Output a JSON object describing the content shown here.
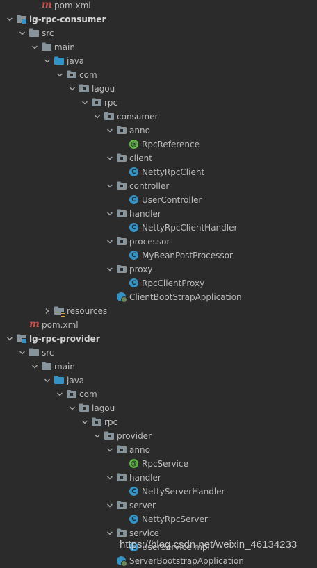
{
  "tree": [
    {
      "text": "pom.xml",
      "depth": 2,
      "icon": "maven-icon",
      "arrow": "none",
      "kind": "cut"
    },
    {
      "text": "lg-rpc-consumer",
      "depth": 0,
      "icon": "module-folder-icon",
      "arrow": "down",
      "kind": "module"
    },
    {
      "text": "src",
      "depth": 1,
      "icon": "folder-icon",
      "arrow": "down"
    },
    {
      "text": "main",
      "depth": 2,
      "icon": "folder-icon",
      "arrow": "down"
    },
    {
      "text": "java",
      "depth": 3,
      "icon": "source-folder-icon",
      "arrow": "down"
    },
    {
      "text": "com",
      "depth": 4,
      "icon": "package-icon",
      "arrow": "down"
    },
    {
      "text": "lagou",
      "depth": 5,
      "icon": "package-icon",
      "arrow": "down"
    },
    {
      "text": "rpc",
      "depth": 6,
      "icon": "package-icon",
      "arrow": "down"
    },
    {
      "text": "consumer",
      "depth": 7,
      "icon": "package-icon",
      "arrow": "down"
    },
    {
      "text": "anno",
      "depth": 8,
      "icon": "package-icon",
      "arrow": "down"
    },
    {
      "text": "RpcReference",
      "depth": 9,
      "icon": "annotation-icon",
      "arrow": "none"
    },
    {
      "text": "client",
      "depth": 8,
      "icon": "package-icon",
      "arrow": "down"
    },
    {
      "text": "NettyRpcClient",
      "depth": 9,
      "icon": "class-icon",
      "arrow": "none"
    },
    {
      "text": "controller",
      "depth": 8,
      "icon": "package-icon",
      "arrow": "down"
    },
    {
      "text": "UserController",
      "depth": 9,
      "icon": "class-icon",
      "arrow": "none"
    },
    {
      "text": "handler",
      "depth": 8,
      "icon": "package-icon",
      "arrow": "down"
    },
    {
      "text": "NettyRpcClientHandler",
      "depth": 9,
      "icon": "class-icon",
      "arrow": "none"
    },
    {
      "text": "processor",
      "depth": 8,
      "icon": "package-icon",
      "arrow": "down"
    },
    {
      "text": "MyBeanPostProcessor",
      "depth": 9,
      "icon": "class-icon",
      "arrow": "none"
    },
    {
      "text": "proxy",
      "depth": 8,
      "icon": "package-icon",
      "arrow": "down"
    },
    {
      "text": "RpcClientProxy",
      "depth": 9,
      "icon": "class-icon",
      "arrow": "none"
    },
    {
      "text": "ClientBootStrapApplication",
      "depth": 8,
      "icon": "spring-boot-class-icon",
      "arrow": "none"
    },
    {
      "text": "resources",
      "depth": 3,
      "icon": "resources-folder-icon",
      "arrow": "right"
    },
    {
      "text": "pom.xml",
      "depth": 1,
      "icon": "maven-icon",
      "arrow": "none"
    },
    {
      "text": "lg-rpc-provider",
      "depth": 0,
      "icon": "module-folder-icon",
      "arrow": "down",
      "kind": "module"
    },
    {
      "text": "src",
      "depth": 1,
      "icon": "folder-icon",
      "arrow": "down"
    },
    {
      "text": "main",
      "depth": 2,
      "icon": "folder-icon",
      "arrow": "down"
    },
    {
      "text": "java",
      "depth": 3,
      "icon": "source-folder-icon",
      "arrow": "down"
    },
    {
      "text": "com",
      "depth": 4,
      "icon": "package-icon",
      "arrow": "down"
    },
    {
      "text": "lagou",
      "depth": 5,
      "icon": "package-icon",
      "arrow": "down"
    },
    {
      "text": "rpc",
      "depth": 6,
      "icon": "package-icon",
      "arrow": "down"
    },
    {
      "text": "provider",
      "depth": 7,
      "icon": "package-icon",
      "arrow": "down"
    },
    {
      "text": "anno",
      "depth": 8,
      "icon": "package-icon",
      "arrow": "down"
    },
    {
      "text": "RpcService",
      "depth": 9,
      "icon": "annotation-icon",
      "arrow": "none"
    },
    {
      "text": "handler",
      "depth": 8,
      "icon": "package-icon",
      "arrow": "down"
    },
    {
      "text": "NettyServerHandler",
      "depth": 9,
      "icon": "class-icon",
      "arrow": "none"
    },
    {
      "text": "server",
      "depth": 8,
      "icon": "package-icon",
      "arrow": "down"
    },
    {
      "text": "NettyRpcServer",
      "depth": 9,
      "icon": "class-icon",
      "arrow": "none"
    },
    {
      "text": "service",
      "depth": 8,
      "icon": "package-icon",
      "arrow": "down"
    },
    {
      "text": "UserServiceImpl",
      "depth": 9,
      "icon": "class-icon",
      "arrow": "none"
    },
    {
      "text": "ServerBootstrapApplication",
      "depth": 8,
      "icon": "spring-boot-class-icon",
      "arrow": "none"
    }
  ],
  "watermark": "https://blog.csdn.net/weixin_46134233",
  "colors": {
    "background": "#2b2b2b",
    "text": "#bbbbbb",
    "folder": "#87939a",
    "source_folder": "#3592c4",
    "class": "#3592c4",
    "annotation": "#62b543",
    "maven": "#c75450"
  }
}
